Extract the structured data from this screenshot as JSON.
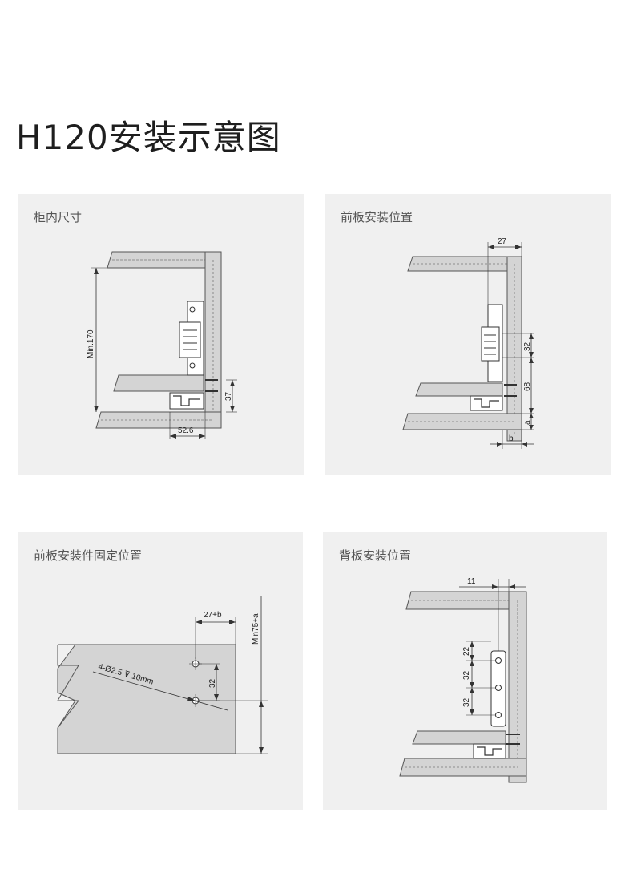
{
  "title": "H120安装示意图",
  "panels": [
    {
      "title": "柜内尺寸",
      "labels": {
        "height": "Min.170",
        "side": "37",
        "bottom": "52.6"
      }
    },
    {
      "title": "前板安装位置",
      "labels": {
        "top": "27",
        "upper": "32",
        "lower": "68",
        "a": "a",
        "b": "b"
      }
    },
    {
      "title": "前板安装件固定位置",
      "labels": {
        "top": "27+b",
        "right": "Min75+a",
        "spacing": "32",
        "hole": "4-Ø2.5 ⊽ 10mm"
      }
    },
    {
      "title": "背板安装位置",
      "labels": {
        "top": "11",
        "d1": "22",
        "d2": "32",
        "d3": "32"
      }
    }
  ]
}
